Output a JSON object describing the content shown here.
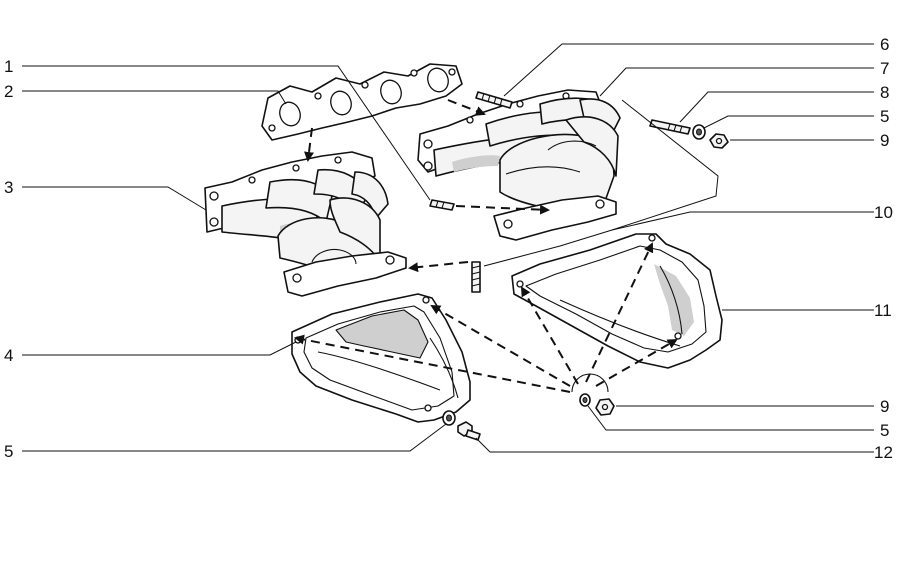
{
  "callouts": [
    {
      "id": "c1",
      "number": "1"
    },
    {
      "id": "c2",
      "number": "2"
    },
    {
      "id": "c3",
      "number": "3"
    },
    {
      "id": "c4",
      "number": "4"
    },
    {
      "id": "c5a",
      "number": "5"
    },
    {
      "id": "c6",
      "number": "6"
    },
    {
      "id": "c7",
      "number": "7"
    },
    {
      "id": "c8",
      "number": "8"
    },
    {
      "id": "c5b",
      "number": "5"
    },
    {
      "id": "c9a",
      "number": "9"
    },
    {
      "id": "c10",
      "number": "10"
    },
    {
      "id": "c11",
      "number": "11"
    },
    {
      "id": "c9b",
      "number": "9"
    },
    {
      "id": "c5c",
      "number": "5"
    },
    {
      "id": "c12",
      "number": "12"
    }
  ]
}
